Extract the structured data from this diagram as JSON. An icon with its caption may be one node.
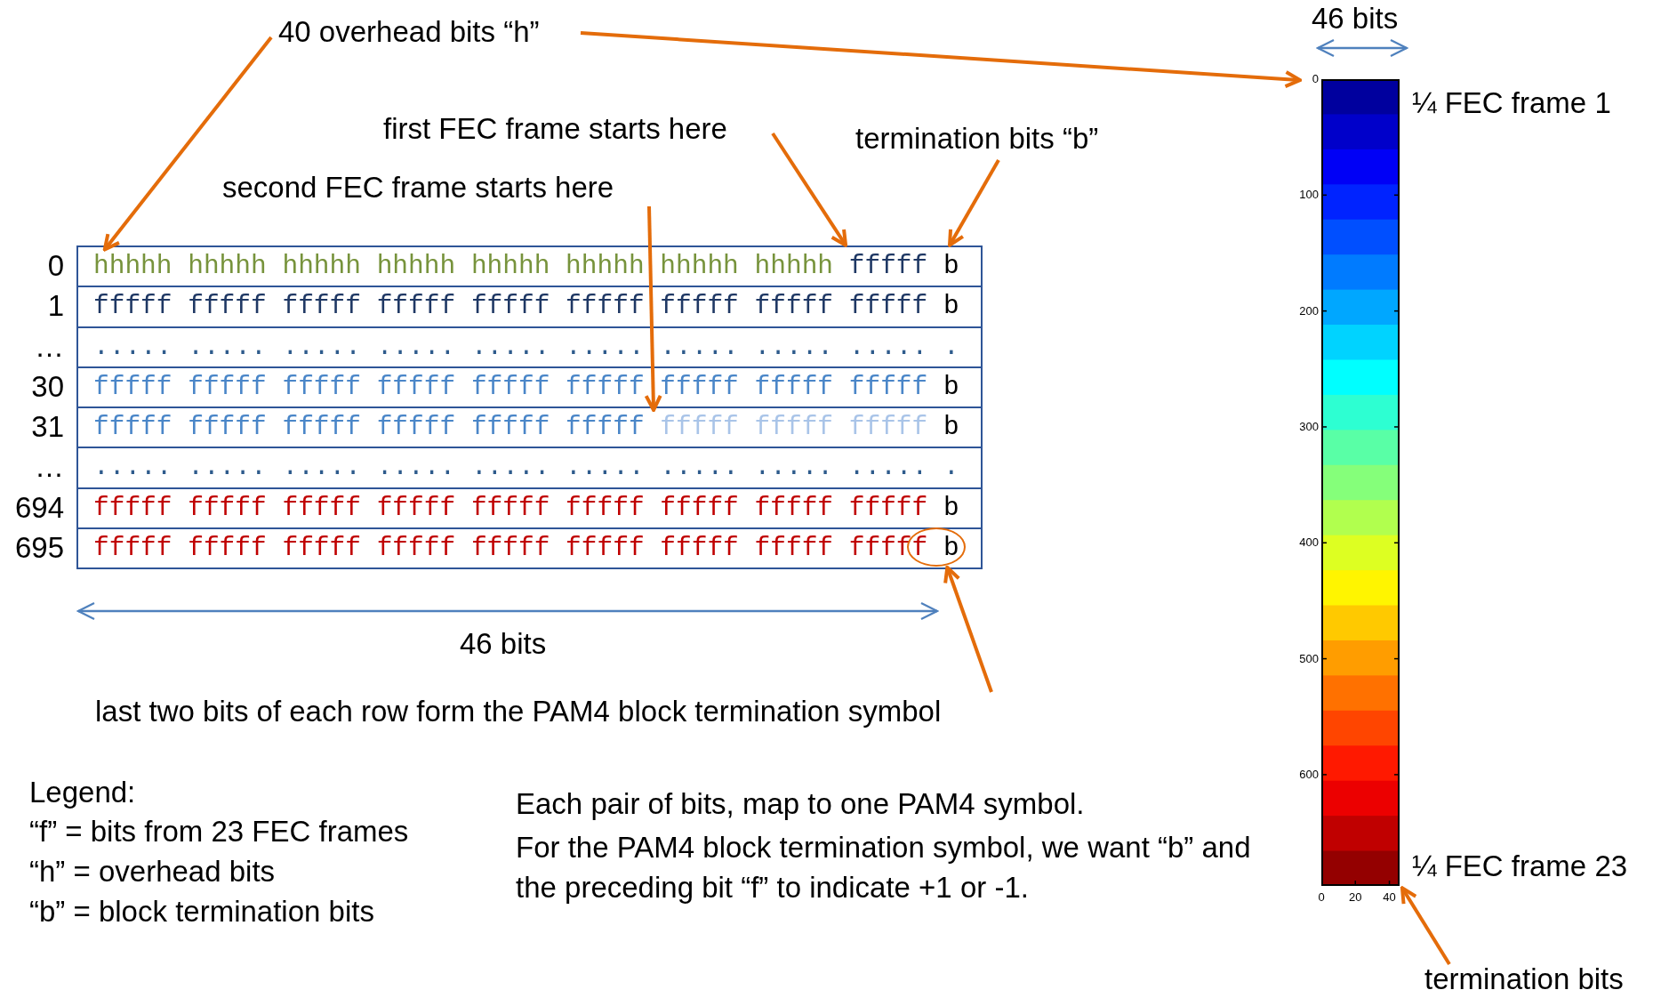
{
  "diagram": {
    "nodes": [
      {
        "text": [
          "40 overhead bits “h”"
        ]
      },
      {
        "text": [
          "first FEC frame starts here"
        ]
      },
      {
        "text": [
          "termination bits “b”"
        ]
      },
      {
        "text": [
          "second FEC frame starts here"
        ]
      },
      {
        "text": [
          "hhhhh hhhhh hhhhh hhhhh hhhhh hhhhh hhhhh hhhhh fffff b"
        ],
        "beside": [
          "0"
        ]
      },
      {
        "text": [
          "fffff fffff fffff fffff fffff fffff fffff fffff fffff b"
        ],
        "beside": [
          "1"
        ]
      },
      {
        "text": [
          "..... ..... ..... ..... ..... ..... ..... ..... ..... ."
        ],
        "beside": [
          "…"
        ]
      },
      {
        "text": [
          "fffff fffff fffff fffff fffff fffff fffff fffff fffff b"
        ],
        "beside": [
          "30"
        ]
      },
      {
        "text": [
          "fffff fffff fffff fffff fffff fffff fffff fffff fffff b"
        ],
        "beside": [
          "31"
        ]
      },
      {
        "text": [
          "..... ..... ..... ..... ..... ..... ..... ..... ..... ."
        ],
        "beside": [
          "…"
        ]
      },
      {
        "text": [
          "fffff fffff fffff fffff fffff fffff fffff fffff fffff b"
        ],
        "beside": [
          "694"
        ]
      },
      {
        "text": [
          "fffff fffff fffff fffff fffff fffff fffff fffff fffff b"
        ],
        "beside": [
          "695"
        ]
      },
      {
        "text": [],
        "shape": "circle",
        "in": 11
      },
      {
        "text": [
          "last two bits of each row form the PAM4 block termination symbol"
        ]
      },
      {
        "text": [],
        "shape": "bar"
      },
      {
        "text": [
          "termination bits"
        ]
      }
    ],
    "edges": [
      {
        "from": 0,
        "to": 4,
        "arrow": "to"
      },
      {
        "from": 0,
        "to": 14,
        "arrow": "to"
      },
      {
        "from": 1,
        "to": 4,
        "arrow": "to"
      },
      {
        "from": 2,
        "to": 4,
        "arrow": "to"
      },
      {
        "from": 3,
        "to": 8,
        "arrow": "to"
      },
      {
        "from": 13,
        "to": 12,
        "arrow": "to"
      },
      {
        "from": 15,
        "to": 14,
        "arrow": "to"
      }
    ],
    "labels": [
      "46 bits",
      "¼ FEC frame 1",
      "0",
      "100",
      "200",
      "300",
      "400",
      "500",
      "600",
      "46 bits",
      "Legend:",
      "“f” = bits from 23 FEC frames",
      "“h” = overhead bits",
      "“b” = block termination bits",
      "Each pair of bits, map to one PAM4 symbol.",
      "For the PAM4 block termination symbol, we want “b” and the preceding bit “f” to indicate +1 or -1.",
      "¼ FEC frame 23",
      "0",
      "20",
      "40"
    ]
  }
}
